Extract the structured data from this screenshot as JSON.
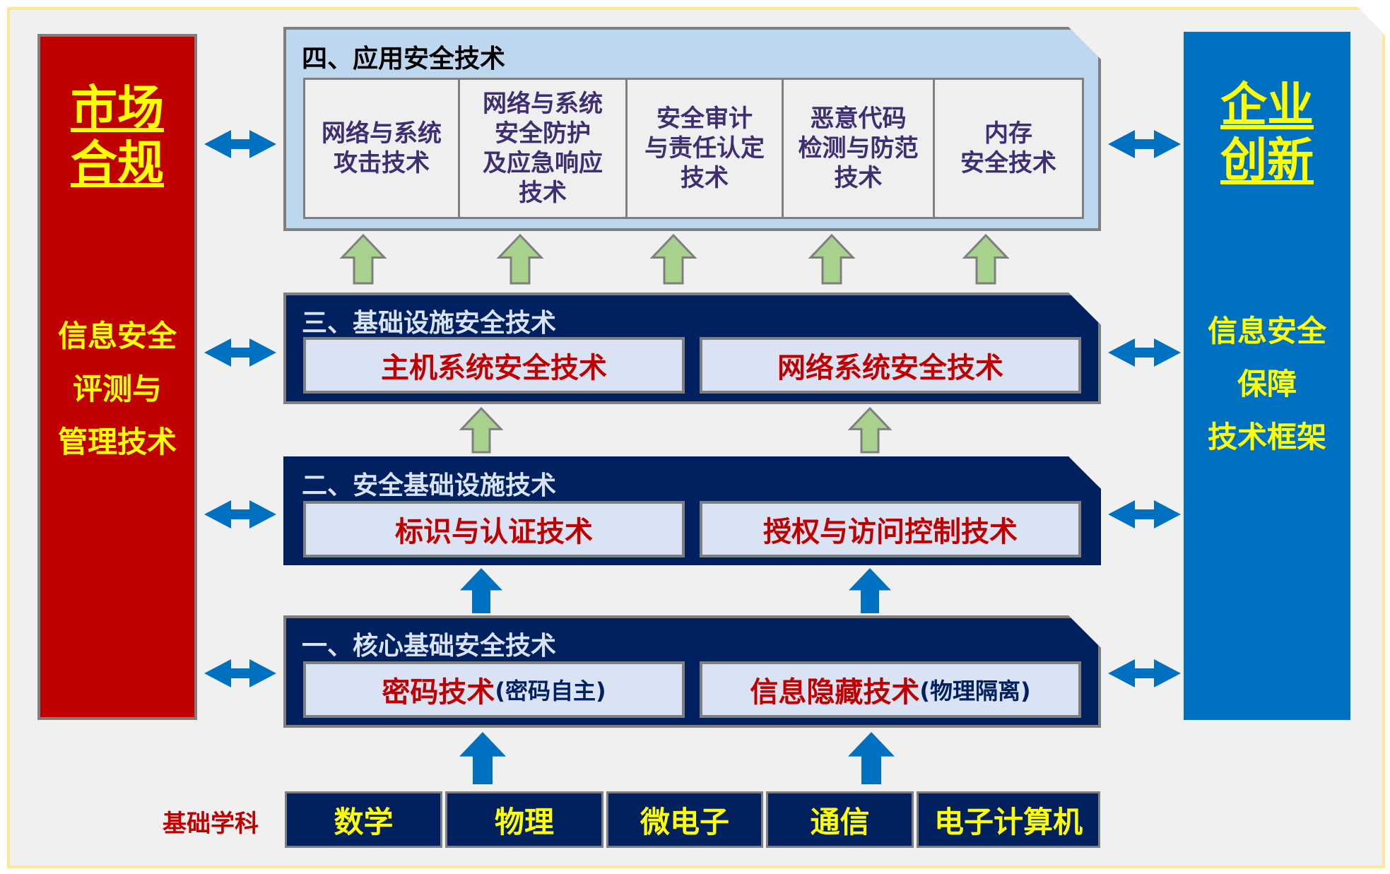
{
  "left_bar": {
    "title_lines": [
      "市场",
      "合规"
    ],
    "body_lines": [
      "信息安全",
      "评测与",
      "管理技术"
    ]
  },
  "right_bar": {
    "title_lines": [
      "企业",
      "创新"
    ],
    "body_lines": [
      "信息安全",
      "保障",
      "技术框架"
    ]
  },
  "layer4": {
    "title": "四、应用安全技术",
    "cells": [
      [
        "网络与系统",
        "攻击技术"
      ],
      [
        "网络与系统",
        "安全防护",
        "及应急响应",
        "技术"
      ],
      [
        "安全审计",
        "与责任认定",
        "技术"
      ],
      [
        "恶意代码",
        "检测与防范",
        "技术"
      ],
      [
        "内存",
        "安全技术"
      ]
    ]
  },
  "layer3": {
    "title": "三、基础设施安全技术",
    "items": [
      "主机系统安全技术",
      "网络系统安全技术"
    ]
  },
  "layer2": {
    "title": "二、安全基础设施技术",
    "items": [
      "标识与认证技术",
      "授权与访问控制技术"
    ]
  },
  "layer1": {
    "title": "一、核心基础安全技术",
    "items": [
      {
        "main": "密码技术",
        "note": "(密码自主)"
      },
      {
        "main": "信息隐藏技术",
        "note": "(物理隔离)"
      }
    ]
  },
  "disciplines": {
    "label": "基础学科",
    "items": [
      "数学",
      "物理",
      "微电子",
      "通信",
      "电子计算机"
    ]
  },
  "colors": {
    "red": "#c00000",
    "blue": "#0070c0",
    "navy": "#002060",
    "yellow": "#ffff00",
    "light_blue": "#bdd7ee",
    "green_arrow": "#a9d18e"
  }
}
